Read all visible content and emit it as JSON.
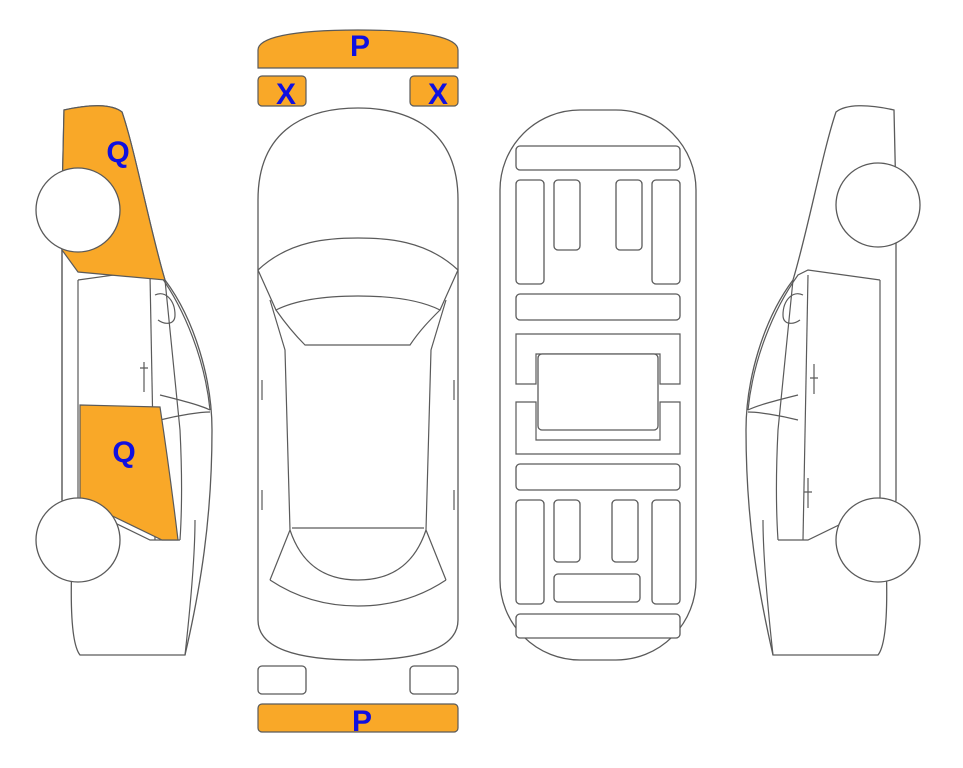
{
  "colors": {
    "damage": "#F9A828",
    "label": "#1010E0",
    "outline": "#5a5a5a"
  },
  "marks": {
    "front_bumper": "P",
    "front_left_headlight": "X",
    "front_right_headlight": "X",
    "left_front_fender": "Q",
    "left_rear_door": "Q",
    "rear_bumper": "P"
  }
}
